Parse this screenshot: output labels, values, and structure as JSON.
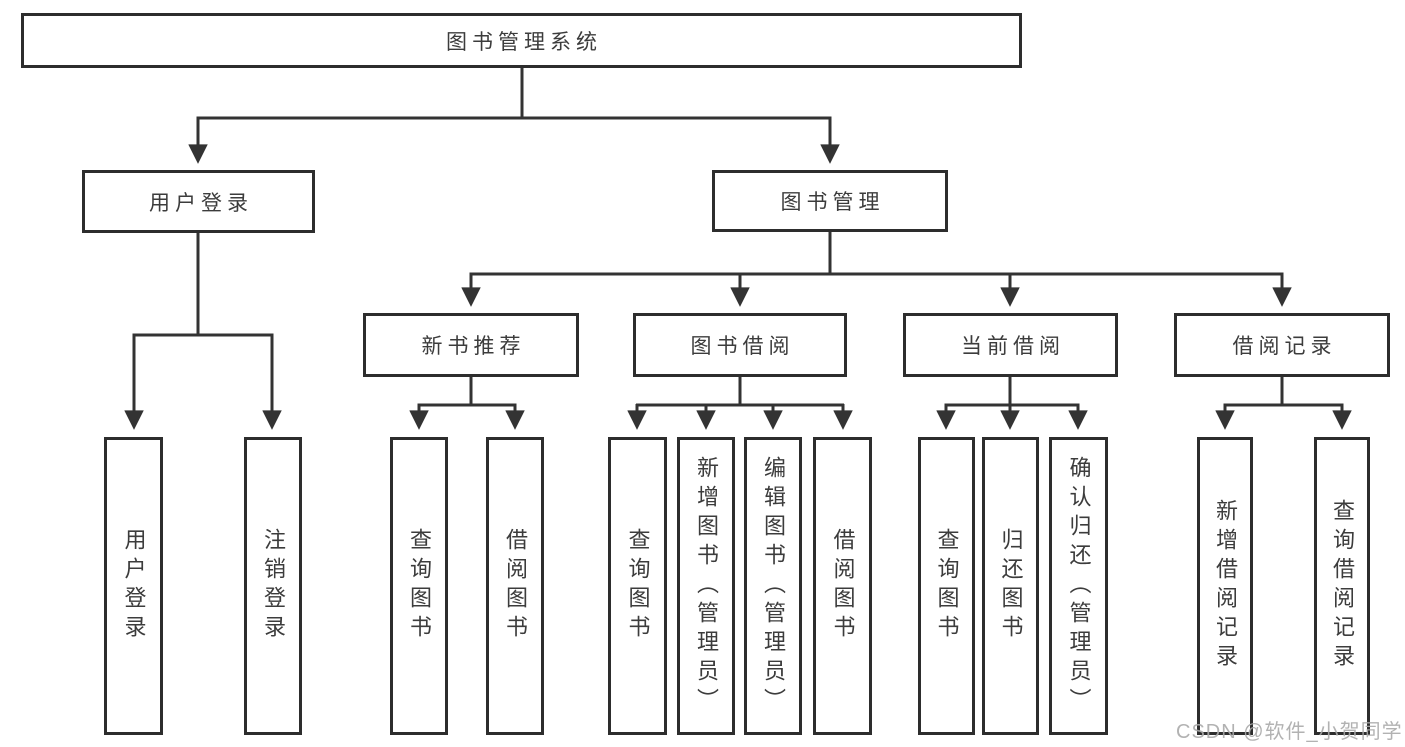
{
  "diagram": {
    "root": "图书管理系统",
    "level2": [
      {
        "label": "用户登录",
        "children": [
          "用户登录",
          "注销登录"
        ]
      },
      {
        "label": "图书管理",
        "sections": [
          {
            "label": "新书推荐",
            "children": [
              "查询图书",
              "借阅图书"
            ]
          },
          {
            "label": "图书借阅",
            "children": [
              "查询图书",
              "新增图书（管理员）",
              "编辑图书（管理员）",
              "借阅图书"
            ]
          },
          {
            "label": "当前借阅",
            "children": [
              "查询图书",
              "归还图书",
              "确认归还（管理员）"
            ]
          },
          {
            "label": "借阅记录",
            "children": [
              "新增借阅记录",
              "查询借阅记录"
            ]
          }
        ]
      }
    ]
  },
  "watermark": {
    "text": "CSDN @软件_小贺同学"
  },
  "colors": {
    "line": "#333333",
    "box_border": "#2d2d2d",
    "box_fill": "#ffffff",
    "text": "#3c3c3c",
    "watermark": "#aaaaaa"
  }
}
